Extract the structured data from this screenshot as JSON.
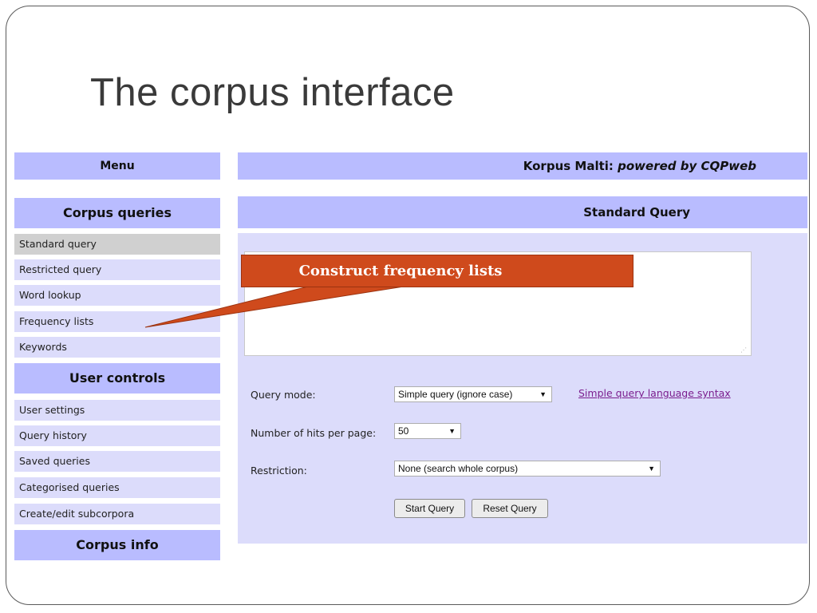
{
  "slide": {
    "title": "The corpus interface"
  },
  "menu": {
    "header": "Menu"
  },
  "sections": {
    "corpus_queries": "Corpus queries",
    "user_controls": "User controls",
    "corpus_info": "Corpus info"
  },
  "corpus_query_items": [
    {
      "label": "Standard query",
      "selected": true
    },
    {
      "label": "Restricted query"
    },
    {
      "label": "Word lookup"
    },
    {
      "label": "Frequency lists"
    },
    {
      "label": "Keywords"
    }
  ],
  "user_control_items": [
    {
      "label": "User settings"
    },
    {
      "label": "Query history"
    },
    {
      "label": "Saved queries"
    },
    {
      "label": "Categorised queries"
    },
    {
      "label": "Create/edit subcorpora"
    }
  ],
  "header": {
    "site_name": "Korpus Malti: ",
    "site_powered": "powered by CQPweb"
  },
  "query": {
    "header": "Standard Query",
    "textarea_value": "",
    "mode_label": "Query mode:",
    "mode_value": "Simple query (ignore case)",
    "syntax_link": "Simple query language syntax",
    "hits_label": "Number of hits per page:",
    "hits_value": "50",
    "restriction_label": "Restriction:",
    "restriction_value": "None (search whole corpus)",
    "start_button": "Start Query",
    "reset_button": "Reset Query"
  },
  "callout": {
    "text": "Construct frequency lists"
  },
  "colors": {
    "header_bg": "#b9bcff",
    "item_bg": "#dcdcfb",
    "selected_bg": "#d0d0d0",
    "callout_bg": "#cf4a1c",
    "link": "#7b1e8e"
  },
  "icons": {
    "dropdown": "chevron-down-icon",
    "grip": "resize-grip-icon"
  }
}
